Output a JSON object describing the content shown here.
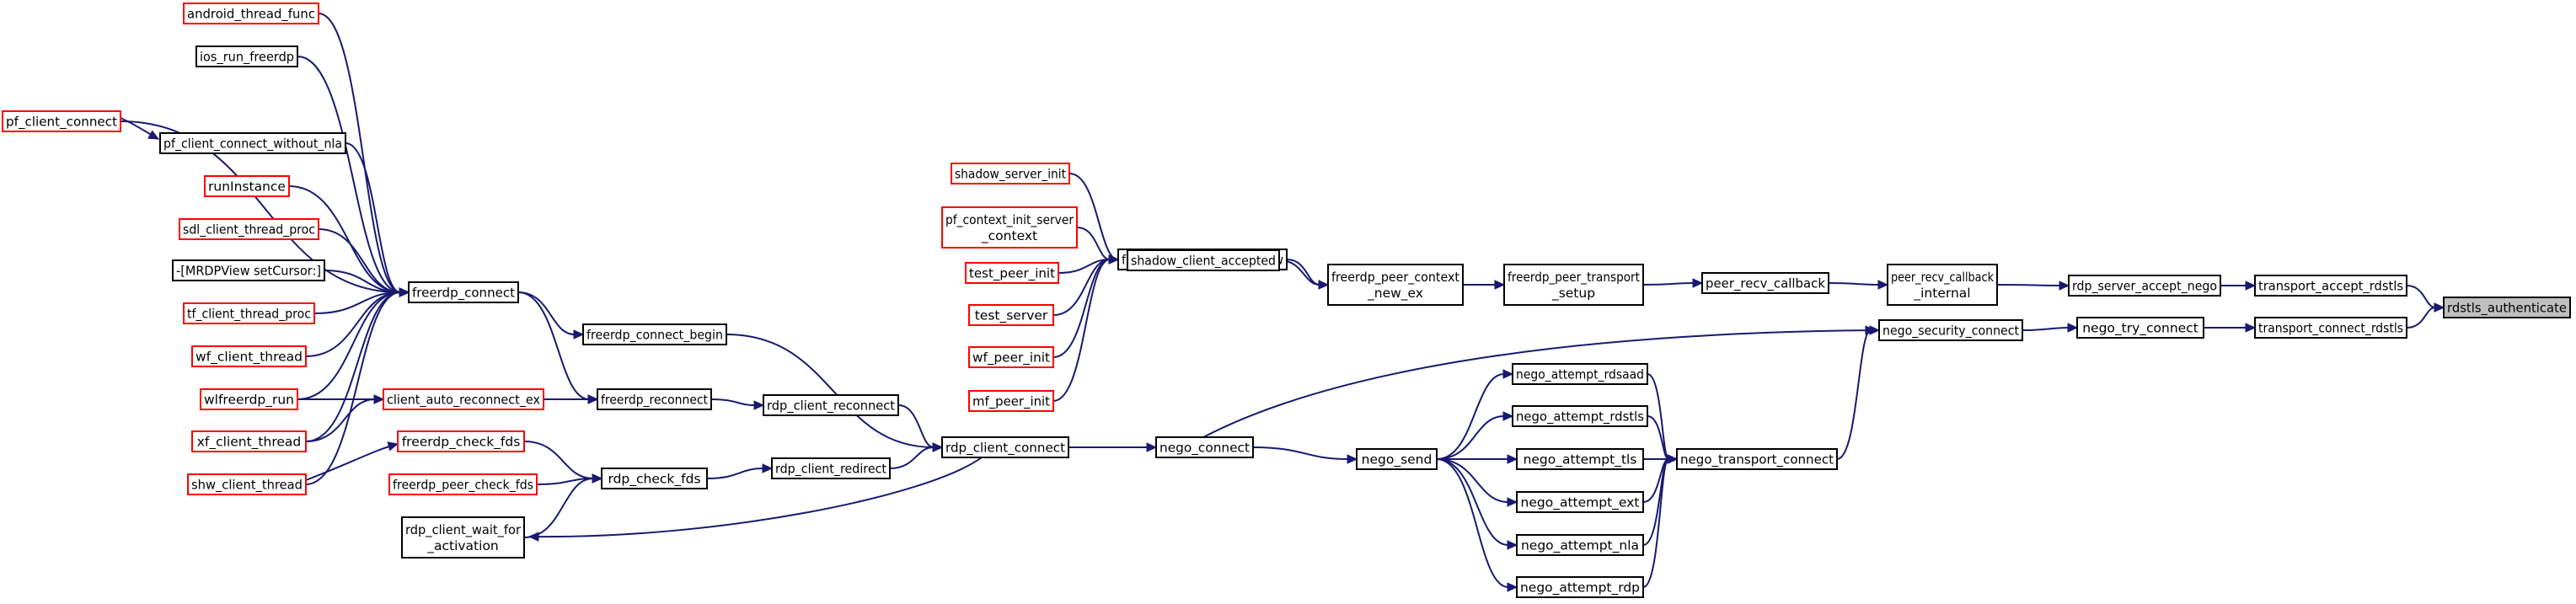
{
  "nodes": [
    {
      "id": "rdstls_authenticate",
      "lines": [
        "rdstls_authenticate"
      ],
      "border": "root"
    },
    {
      "id": "transport_accept_rdstls",
      "lines": [
        "transport_accept_rdstls"
      ],
      "border": "black"
    },
    {
      "id": "transport_connect_rdstls",
      "lines": [
        "transport_connect_rdstls"
      ],
      "border": "black"
    },
    {
      "id": "rdp_server_accept_nego",
      "lines": [
        "rdp_server_accept_nego"
      ],
      "border": "black"
    },
    {
      "id": "nego_try_connect",
      "lines": [
        "nego_try_connect"
      ],
      "border": "black"
    },
    {
      "id": "peer_recv_callback_internal",
      "lines": [
        "peer_recv_callback",
        "_internal"
      ],
      "border": "black"
    },
    {
      "id": "nego_security_connect",
      "lines": [
        "nego_security_connect"
      ],
      "border": "black"
    },
    {
      "id": "peer_recv_callback",
      "lines": [
        "peer_recv_callback"
      ],
      "border": "black"
    },
    {
      "id": "nego_transport_connect",
      "lines": [
        "nego_transport_connect"
      ],
      "border": "black"
    },
    {
      "id": "freerdp_peer_transport_setup",
      "lines": [
        "freerdp_peer_transport",
        "_setup"
      ],
      "border": "black"
    },
    {
      "id": "nego_attempt_rdsaad",
      "lines": [
        "nego_attempt_rdsaad"
      ],
      "border": "black"
    },
    {
      "id": "nego_attempt_rdstls",
      "lines": [
        "nego_attempt_rdstls"
      ],
      "border": "black"
    },
    {
      "id": "nego_attempt_tls",
      "lines": [
        "nego_attempt_tls"
      ],
      "border": "black"
    },
    {
      "id": "nego_attempt_ext",
      "lines": [
        "nego_attempt_ext"
      ],
      "border": "black"
    },
    {
      "id": "nego_attempt_nla",
      "lines": [
        "nego_attempt_nla"
      ],
      "border": "black"
    },
    {
      "id": "nego_attempt_rdp",
      "lines": [
        "nego_attempt_rdp"
      ],
      "border": "black"
    },
    {
      "id": "freerdp_peer_context_new_ex",
      "lines": [
        "freerdp_peer_context",
        "_new_ex"
      ],
      "border": "black"
    },
    {
      "id": "nego_send",
      "lines": [
        "nego_send"
      ],
      "border": "black"
    },
    {
      "id": "freerdp_peer_context_new",
      "lines": [
        "freerdp_peer_context_new"
      ],
      "border": "black"
    },
    {
      "id": "shadow_client_accepted",
      "lines": [
        "shadow_client_accepted"
      ],
      "border": "black"
    },
    {
      "id": "nego_connect",
      "lines": [
        "nego_connect"
      ],
      "border": "black"
    },
    {
      "id": "shadow_server_init",
      "lines": [
        "shadow_server_init"
      ],
      "border": "red"
    },
    {
      "id": "pf_context_init_server_context",
      "lines": [
        "pf_context_init_server",
        "_context"
      ],
      "border": "red"
    },
    {
      "id": "test_peer_init",
      "lines": [
        "test_peer_init"
      ],
      "border": "red"
    },
    {
      "id": "test_server",
      "lines": [
        "test_server"
      ],
      "border": "red"
    },
    {
      "id": "wf_peer_init",
      "lines": [
        "wf_peer_init"
      ],
      "border": "red"
    },
    {
      "id": "mf_peer_init",
      "lines": [
        "mf_peer_init"
      ],
      "border": "red"
    },
    {
      "id": "rdp_client_connect",
      "lines": [
        "rdp_client_connect"
      ],
      "border": "black"
    },
    {
      "id": "freerdp_connect_begin",
      "lines": [
        "freerdp_connect_begin"
      ],
      "border": "black"
    },
    {
      "id": "rdp_client_reconnect",
      "lines": [
        "rdp_client_reconnect"
      ],
      "border": "black"
    },
    {
      "id": "rdp_client_redirect",
      "lines": [
        "rdp_client_redirect"
      ],
      "border": "black"
    },
    {
      "id": "freerdp_reconnect",
      "lines": [
        "freerdp_reconnect"
      ],
      "border": "black"
    },
    {
      "id": "rdp_check_fds",
      "lines": [
        "rdp_check_fds"
      ],
      "border": "black"
    },
    {
      "id": "freerdp_connect",
      "lines": [
        "freerdp_connect"
      ],
      "border": "black"
    },
    {
      "id": "client_auto_reconnect_ex",
      "lines": [
        "client_auto_reconnect_ex"
      ],
      "border": "red"
    },
    {
      "id": "freerdp_check_fds",
      "lines": [
        "freerdp_check_fds"
      ],
      "border": "red"
    },
    {
      "id": "freerdp_peer_check_fds",
      "lines": [
        "freerdp_peer_check_fds"
      ],
      "border": "red"
    },
    {
      "id": "rdp_client_wait_for_activation",
      "lines": [
        "rdp_client_wait_for",
        "_activation"
      ],
      "border": "black"
    },
    {
      "id": "android_thread_func",
      "lines": [
        "android_thread_func"
      ],
      "border": "red"
    },
    {
      "id": "ios_run_freerdp",
      "lines": [
        "ios_run_freerdp"
      ],
      "border": "black"
    },
    {
      "id": "pf_client_connect_without_nla",
      "lines": [
        "pf_client_connect_without_nla"
      ],
      "border": "black"
    },
    {
      "id": "pf_client_connect",
      "lines": [
        "pf_client_connect"
      ],
      "border": "red"
    },
    {
      "id": "runInstance",
      "lines": [
        "runInstance"
      ],
      "border": "red"
    },
    {
      "id": "sdl_client_thread_proc",
      "lines": [
        "sdl_client_thread_proc"
      ],
      "border": "red"
    },
    {
      "id": "MRDPView_setCursor",
      "lines": [
        "-[MRDPView setCursor:]"
      ],
      "border": "black"
    },
    {
      "id": "tf_client_thread_proc",
      "lines": [
        "tf_client_thread_proc"
      ],
      "border": "red"
    },
    {
      "id": "wf_client_thread",
      "lines": [
        "wf_client_thread"
      ],
      "border": "red"
    },
    {
      "id": "wlfreerdp_run",
      "lines": [
        "wlfreerdp_run"
      ],
      "border": "red"
    },
    {
      "id": "xf_client_thread",
      "lines": [
        "xf_client_thread"
      ],
      "border": "red"
    },
    {
      "id": "shw_client_thread",
      "lines": [
        "shw_client_thread"
      ],
      "border": "red"
    }
  ],
  "edges": [
    {
      "from": "transport_accept_rdstls",
      "to": "rdstls_authenticate"
    },
    {
      "from": "transport_connect_rdstls",
      "to": "rdstls_authenticate"
    },
    {
      "from": "rdp_server_accept_nego",
      "to": "transport_accept_rdstls"
    },
    {
      "from": "nego_try_connect",
      "to": "transport_connect_rdstls"
    },
    {
      "from": "peer_recv_callback_internal",
      "to": "rdp_server_accept_nego"
    },
    {
      "from": "nego_security_connect",
      "to": "nego_try_connect"
    },
    {
      "from": "peer_recv_callback",
      "to": "peer_recv_callback_internal"
    },
    {
      "from": "nego_transport_connect",
      "to": "nego_security_connect"
    },
    {
      "from": "nego_connect",
      "to": "nego_security_connect"
    },
    {
      "from": "freerdp_peer_transport_setup",
      "to": "peer_recv_callback"
    },
    {
      "from": "nego_attempt_rdsaad",
      "to": "nego_transport_connect"
    },
    {
      "from": "nego_attempt_rdstls",
      "to": "nego_transport_connect"
    },
    {
      "from": "nego_attempt_tls",
      "to": "nego_transport_connect"
    },
    {
      "from": "nego_attempt_ext",
      "to": "nego_transport_connect"
    },
    {
      "from": "nego_attempt_nla",
      "to": "nego_transport_connect"
    },
    {
      "from": "nego_attempt_rdp",
      "to": "nego_transport_connect"
    },
    {
      "from": "freerdp_peer_context_new_ex",
      "to": "freerdp_peer_transport_setup"
    },
    {
      "from": "nego_send",
      "to": "nego_attempt_rdsaad"
    },
    {
      "from": "nego_send",
      "to": "nego_attempt_rdstls"
    },
    {
      "from": "nego_send",
      "to": "nego_attempt_tls"
    },
    {
      "from": "nego_send",
      "to": "nego_attempt_ext"
    },
    {
      "from": "nego_send",
      "to": "nego_attempt_nla"
    },
    {
      "from": "nego_send",
      "to": "nego_attempt_rdp"
    },
    {
      "from": "freerdp_peer_context_new",
      "to": "freerdp_peer_context_new_ex"
    },
    {
      "from": "shadow_client_accepted",
      "to": "freerdp_peer_context_new_ex"
    },
    {
      "from": "nego_connect",
      "to": "nego_send"
    },
    {
      "from": "shadow_server_init",
      "to": "shadow_client_accepted"
    },
    {
      "from": "pf_context_init_server_context",
      "to": "freerdp_peer_context_new"
    },
    {
      "from": "test_peer_init",
      "to": "freerdp_peer_context_new"
    },
    {
      "from": "test_server",
      "to": "freerdp_peer_context_new"
    },
    {
      "from": "wf_peer_init",
      "to": "freerdp_peer_context_new"
    },
    {
      "from": "mf_peer_init",
      "to": "freerdp_peer_context_new"
    },
    {
      "from": "rdp_client_connect",
      "to": "nego_connect"
    },
    {
      "from": "freerdp_connect_begin",
      "to": "rdp_client_connect"
    },
    {
      "from": "rdp_client_reconnect",
      "to": "rdp_client_connect"
    },
    {
      "from": "rdp_client_redirect",
      "to": "rdp_client_connect"
    },
    {
      "from": "freerdp_reconnect",
      "to": "rdp_client_reconnect"
    },
    {
      "from": "rdp_check_fds",
      "to": "rdp_client_redirect"
    },
    {
      "from": "rdp_client_connect",
      "to": "rdp_client_wait_for_activation"
    },
    {
      "from": "freerdp_connect",
      "to": "freerdp_connect_begin"
    },
    {
      "from": "freerdp_connect",
      "to": "freerdp_reconnect"
    },
    {
      "from": "client_auto_reconnect_ex",
      "to": "freerdp_reconnect"
    },
    {
      "from": "freerdp_check_fds",
      "to": "rdp_check_fds"
    },
    {
      "from": "freerdp_peer_check_fds",
      "to": "rdp_check_fds"
    },
    {
      "from": "rdp_client_wait_for_activation",
      "to": "rdp_check_fds"
    },
    {
      "from": "android_thread_func",
      "to": "freerdp_connect"
    },
    {
      "from": "ios_run_freerdp",
      "to": "freerdp_connect"
    },
    {
      "from": "pf_client_connect_without_nla",
      "to": "freerdp_connect"
    },
    {
      "from": "pf_client_connect",
      "to": "freerdp_connect"
    },
    {
      "from": "pf_client_connect",
      "to": "pf_client_connect_without_nla"
    },
    {
      "from": "runInstance",
      "to": "freerdp_connect"
    },
    {
      "from": "sdl_client_thread_proc",
      "to": "freerdp_connect"
    },
    {
      "from": "MRDPView_setCursor",
      "to": "freerdp_connect"
    },
    {
      "from": "tf_client_thread_proc",
      "to": "freerdp_connect"
    },
    {
      "from": "wf_client_thread",
      "to": "freerdp_connect"
    },
    {
      "from": "wlfreerdp_run",
      "to": "freerdp_connect"
    },
    {
      "from": "wlfreerdp_run",
      "to": "client_auto_reconnect_ex"
    },
    {
      "from": "xf_client_thread",
      "to": "freerdp_connect"
    },
    {
      "from": "xf_client_thread",
      "to": "client_auto_reconnect_ex"
    },
    {
      "from": "shw_client_thread",
      "to": "freerdp_connect"
    },
    {
      "from": "shw_client_thread",
      "to": "freerdp_check_fds"
    }
  ],
  "colors": {
    "edge": "#191970",
    "border_black": "#000000",
    "border_red": "#ff0000",
    "root_fill": "#bfbfbf",
    "node_fill": "#ffffff"
  }
}
